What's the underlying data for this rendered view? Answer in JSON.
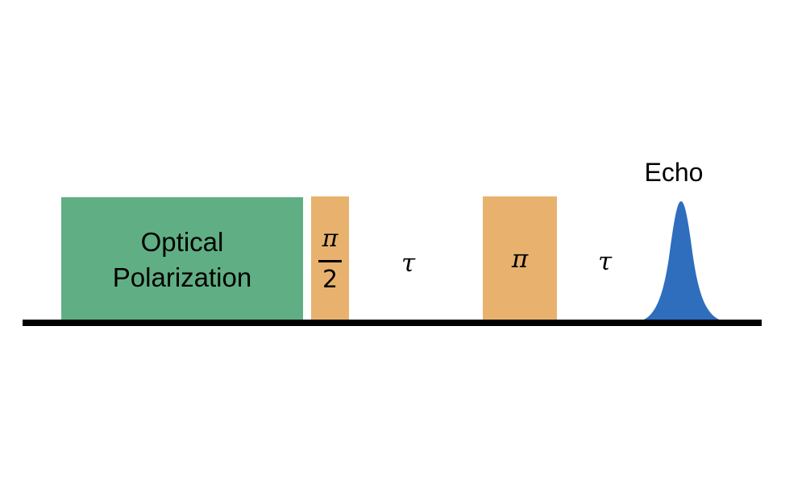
{
  "diagram": {
    "blocks": [
      {
        "id": "optical",
        "label_line1": "Optical",
        "label_line2": "Polarization",
        "color": "#60af84"
      },
      {
        "id": "pi-half",
        "numerator": "π",
        "denominator": "2",
        "color": "#e8b26e"
      },
      {
        "id": "pi",
        "label": "π",
        "color": "#e8b26e"
      }
    ],
    "delays": [
      "τ",
      "τ"
    ],
    "echo": {
      "label": "Echo",
      "color": "#2f6ebd"
    },
    "baseline_color": "#000000"
  }
}
